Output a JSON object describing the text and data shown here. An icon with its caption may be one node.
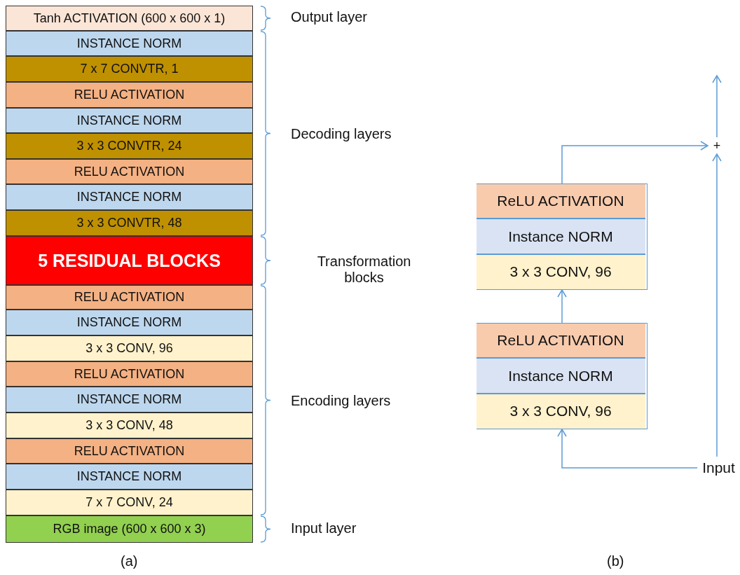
{
  "diagram": {
    "nodes": [
      {
        "text": [
          "Tanh ACTIVATION (600 x 600 x 1)"
        ]
      },
      {
        "text": [
          "INSTANCE NORM"
        ]
      },
      {
        "text": [
          "7 x 7 CONVTR, 1"
        ]
      },
      {
        "text": [
          "RELU ACTIVATION"
        ]
      },
      {
        "text": [
          "INSTANCE NORM"
        ]
      },
      {
        "text": [
          "3 x 3 CONVTR, 24"
        ]
      },
      {
        "text": [
          "RELU ACTIVATION"
        ]
      },
      {
        "text": [
          "INSTANCE NORM"
        ]
      },
      {
        "text": [
          "3 x 3 CONVTR, 48"
        ]
      },
      {
        "text": [
          "5 RESIDUAL BLOCKS"
        ]
      },
      {
        "text": [
          "RELU ACTIVATION"
        ]
      },
      {
        "text": [
          "INSTANCE NORM"
        ]
      },
      {
        "text": [
          "3 x 3 CONV, 96"
        ]
      },
      {
        "text": [
          "RELU ACTIVATION"
        ]
      },
      {
        "text": [
          "INSTANCE NORM"
        ]
      },
      {
        "text": [
          "3 x 3 CONV, 48"
        ]
      },
      {
        "text": [
          "RELU ACTIVATION"
        ]
      },
      {
        "text": [
          "INSTANCE NORM"
        ]
      },
      {
        "text": [
          "7 x 7 CONV, 24"
        ]
      },
      {
        "text": [
          "RGB image (600 x 600 x 3)"
        ]
      },
      {
        "text": [
          "+"
        ]
      },
      {
        "text": [],
        "shape": "box"
      },
      {
        "text": [
          "ReLU ACTIVATION"
        ],
        "in": 21
      },
      {
        "text": [
          "Instance NORM"
        ],
        "in": 21
      },
      {
        "text": [
          "3 x 3 CONV, 96"
        ],
        "in": 21
      },
      {
        "text": [],
        "shape": "box"
      },
      {
        "text": [
          "ReLU ACTIVATION"
        ],
        "in": 25
      },
      {
        "text": [
          "Instance NORM"
        ],
        "in": 25
      },
      {
        "text": [
          "3 x 3 CONV, 96"
        ],
        "in": 25
      },
      {
        "text": [
          "Input"
        ]
      }
    ],
    "edges": [
      {
        "from": 25,
        "to": 21,
        "arrow": "to"
      },
      {
        "from": 29,
        "to": 25,
        "arrow": "to"
      },
      {
        "from": 29,
        "to": 20,
        "arrow": "to"
      },
      {
        "from": 21,
        "to": 20,
        "arrow": "to"
      },
      {
        "from": 20,
        "to": null,
        "arrow": "to"
      }
    ],
    "labels": [
      "Output layer",
      "Decoding layers",
      "Transformation blocks",
      "Encoding layers",
      "Input layer",
      "(a)",
      "(b)"
    ]
  }
}
